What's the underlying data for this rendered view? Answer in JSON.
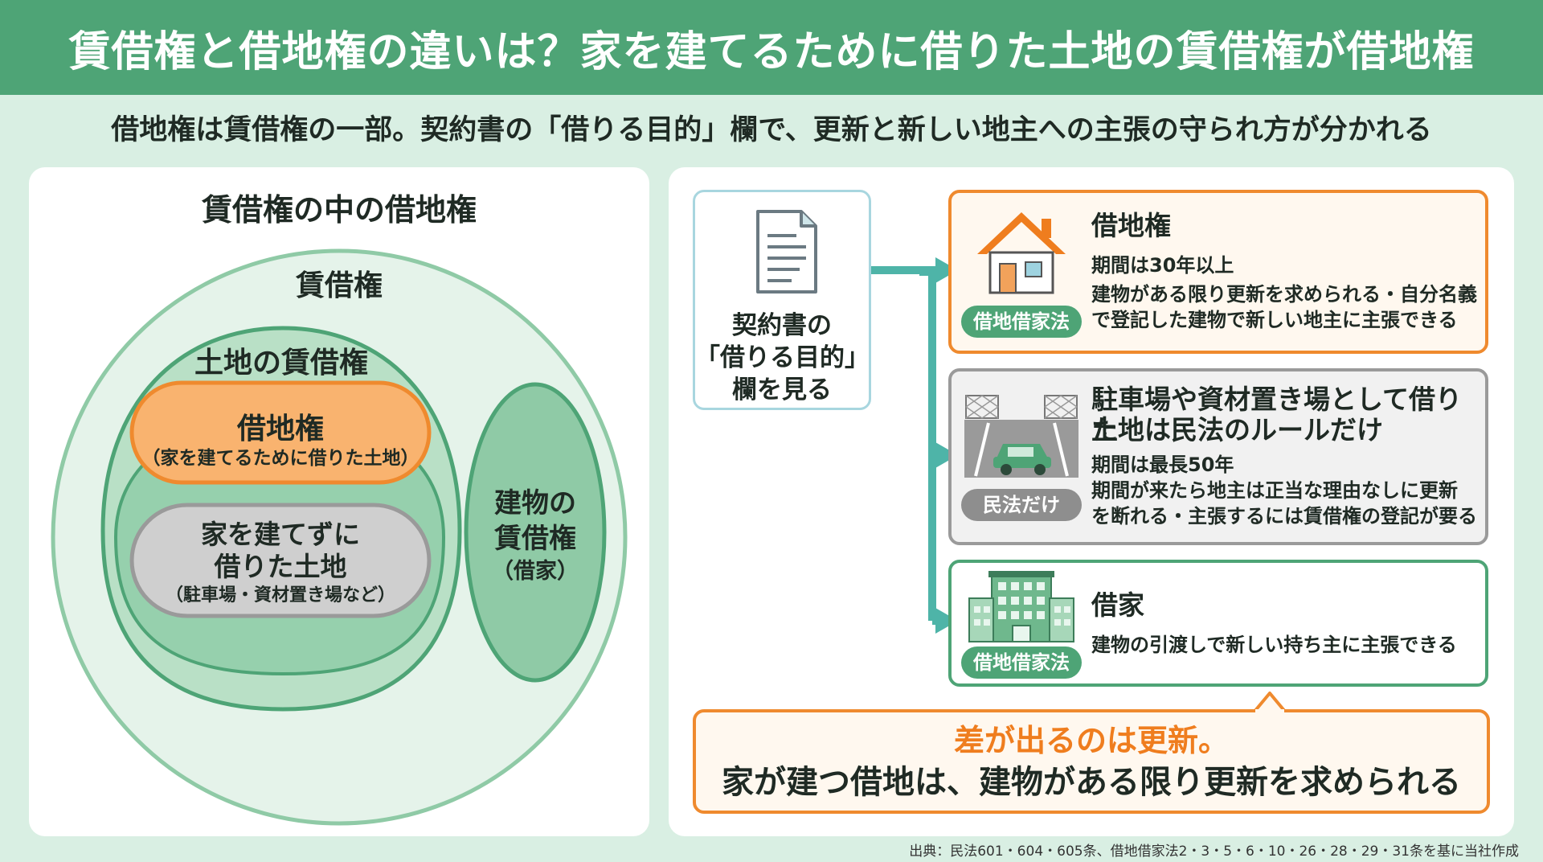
{
  "title": "賃借権と借地権の違いは？家を建てるために借りた土地の賃借権が借地権",
  "subtitle": "借地権は賃借権の一部。契約書の「借りる目的」欄で、更新と新しい地主への主張の守られ方が分かれる",
  "venn": {
    "heading": "賃借権の中の借地権",
    "outer_label": "賃借権",
    "land_label": "土地の賃借権",
    "shakuchi_title": "借地権",
    "shakuchi_sub": "（家を建てるために借りた土地）",
    "other_land_line1": "家を建てずに",
    "other_land_line2": "借りた土地",
    "other_land_sub": "（駐車場・資材置き場など）",
    "building_line1": "建物の",
    "building_line2": "賃借権",
    "building_sub": "（借家）"
  },
  "document": {
    "line1": "契約書の",
    "line2": "「借りる目的」",
    "line3": "欄を見る",
    "icon": "document-icon"
  },
  "cards": {
    "shakuchi": {
      "title": "借地権",
      "line1": "期間は30年以上",
      "line2": "建物がある限り更新を求められる・自分名義",
      "line3": "で登記した建物で新しい地主に主張できる",
      "badge": "借地借家法",
      "icon": "house-icon"
    },
    "minpo": {
      "title1": "駐車場や資材置き場として借りた",
      "title2": "土地は民法のルールだけ",
      "line1": "期間は最長50年",
      "line2": "期間が来たら地主は正当な理由なしに更新",
      "line3": "を断れる・主張するには賃借権の登記が要る",
      "badge": "民法だけ",
      "icon": "parking-lot-icon"
    },
    "shakuya": {
      "title": "借家",
      "line1": "建物の引渡しで新しい持ち主に主張できる",
      "badge": "借地借家法",
      "icon": "building-icon"
    }
  },
  "callout": {
    "line1": "差が出るのは更新。",
    "line2": "家が建つ借地は、建物がある限り更新を求められる"
  },
  "source": "出典：民法601・604・605条、借地借家法2・3・5・6・10・26・28・29・31条を基に当社作成",
  "colors": {
    "header_green": "#4ea476",
    "accent_orange": "#ef8a2e",
    "gray": "#9a9a9a",
    "background": "#d9efe3"
  }
}
